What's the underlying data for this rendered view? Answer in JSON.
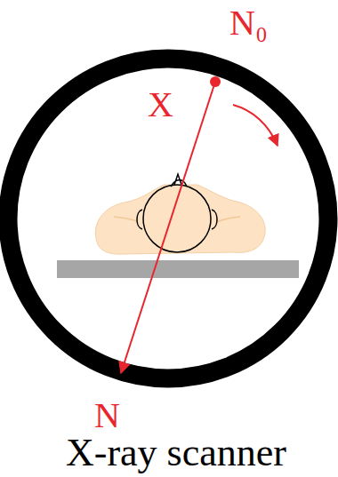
{
  "diagram": {
    "caption": "X-ray scanner",
    "labels": [
      "N₀",
      "X",
      "N"
    ]
  }
}
